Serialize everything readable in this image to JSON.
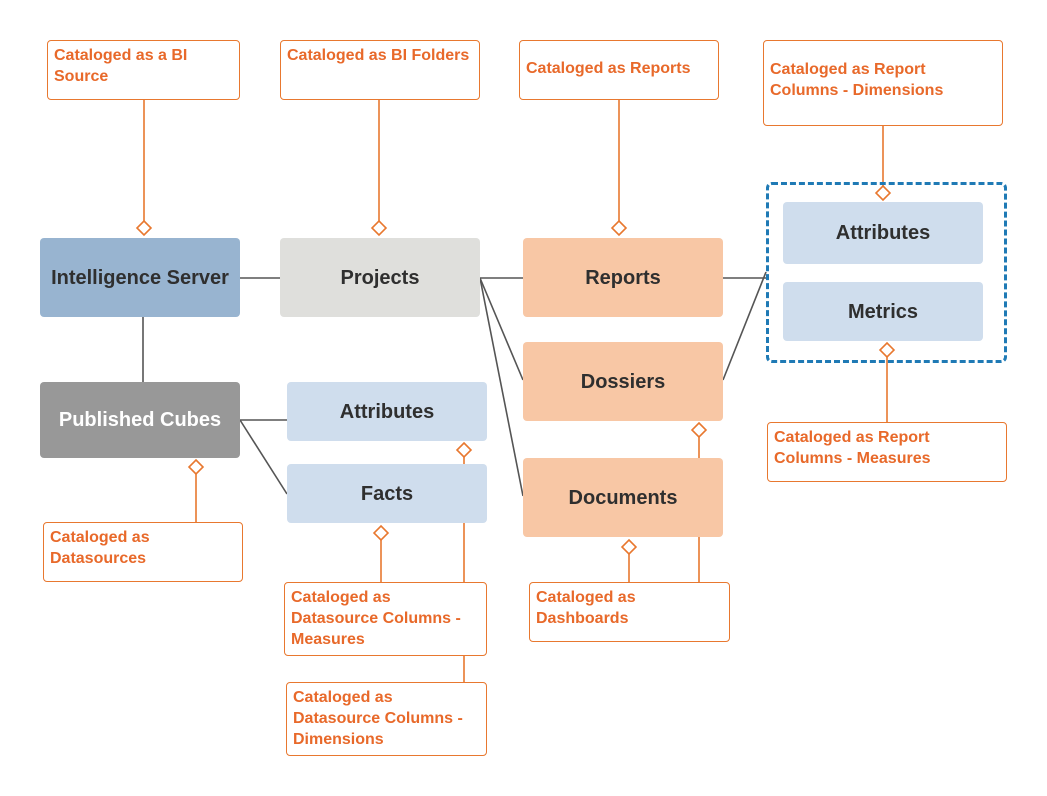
{
  "nodes": {
    "intelligence_server": "Intelligence Server",
    "projects": "Projects",
    "reports": "Reports",
    "dossiers": "Dossiers",
    "documents": "Documents",
    "published_cubes": "Published Cubes",
    "cube_attributes": "Attributes",
    "cube_facts": "Facts",
    "report_attributes": "Attributes",
    "report_metrics": "Metrics"
  },
  "notes": {
    "bi_source": "Cataloged as a BI Source",
    "bi_folders": "Cataloged as BI Folders",
    "reports": "Cataloged as Reports",
    "report_dimensions": "Cataloged as Report Columns - Dimensions",
    "report_measures": "Cataloged as Report Columns - Measures",
    "datasources": "Cataloged as Datasources",
    "ds_measures": "Cataloged as Datasource Columns - Measures",
    "ds_dimensions": "Cataloged as Datasource Columns - Dimensions",
    "dashboards": "Cataloged as Dashboards"
  },
  "colors": {
    "connector_gray": "#555555",
    "annotation_orange": "#e8782f",
    "group_border_blue": "#1f7ab5"
  }
}
